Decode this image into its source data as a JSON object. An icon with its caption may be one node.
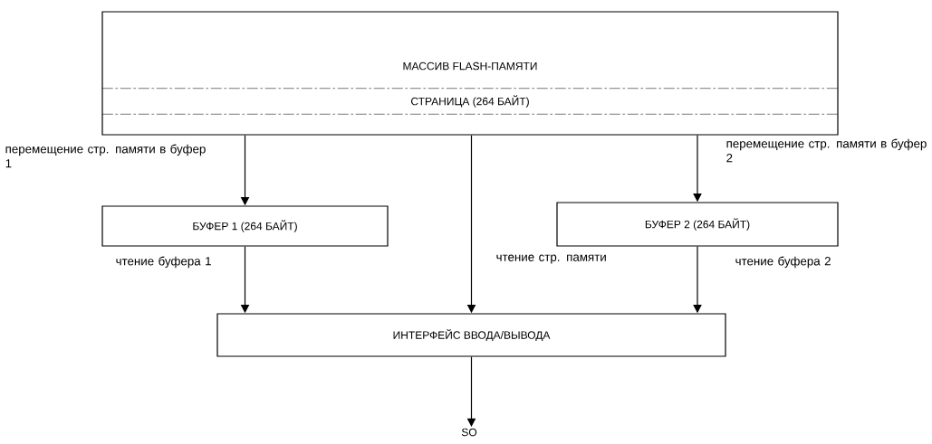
{
  "diagram": {
    "nodes": [
      {
        "text": [
          "МАССИВ FLASH-ПАМЯТИ"
        ]
      },
      {
        "text": [
          "СТРАНИЦА (264 БАЙТ)"
        ],
        "in": 0
      },
      {
        "text": [
          "БУФЕР 1 (264 БАЙТ)"
        ]
      },
      {
        "text": [
          "БУФЕР 2 (264 БАЙТ)"
        ]
      },
      {
        "text": [
          "ИНТЕРФЕЙС ВВОДА/ВЫВОДА"
        ]
      },
      {
        "text": [
          "SO"
        ]
      }
    ],
    "edges": [
      {
        "from": 0,
        "to": 2,
        "arrow": "to",
        "label": "перемещение стр. памяти в буфер 1"
      },
      {
        "from": 0,
        "to": 4,
        "arrow": "to",
        "label": "чтение стр. памяти"
      },
      {
        "from": 0,
        "to": 3,
        "arrow": "to",
        "label": "перемещение стр. памяти в буфер 2"
      },
      {
        "from": 2,
        "to": 4,
        "arrow": "to",
        "label": "чтение буфера 1"
      },
      {
        "from": 3,
        "to": 4,
        "arrow": "to",
        "label": "чтение буфера 2"
      },
      {
        "from": 4,
        "to": 5,
        "arrow": "to"
      }
    ]
  }
}
